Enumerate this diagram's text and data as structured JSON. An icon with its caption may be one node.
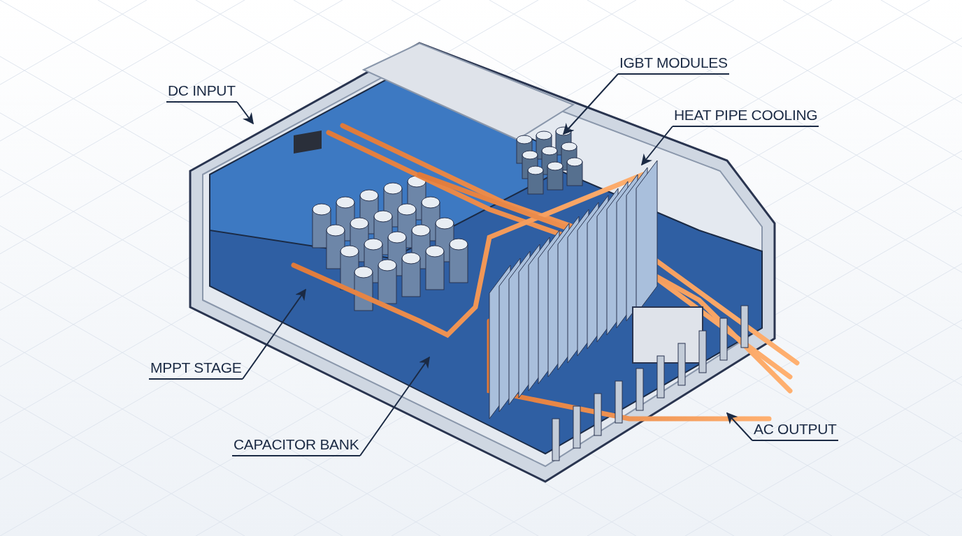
{
  "diagram": {
    "nodes": [
      {
        "text": [
          "IGBT MODULES"
        ]
      },
      {
        "text": [
          "DC INPUT"
        ]
      },
      {
        "text": [
          "HEAT PIPE COOLING"
        ]
      },
      {
        "text": [
          "MPPT STAGE"
        ]
      },
      {
        "text": [
          "AC OUTPUT"
        ]
      },
      {
        "text": [
          "CAPACITOR BANK"
        ]
      }
    ],
    "edges": [
      {
        "from": 0,
        "to": null,
        "arrow": "to"
      },
      {
        "from": 1,
        "to": null,
        "arrow": "to"
      },
      {
        "from": 2,
        "to": null,
        "arrow": "to"
      },
      {
        "from": 3,
        "to": null,
        "arrow": "to"
      },
      {
        "from": 4,
        "to": null,
        "arrow": "to"
      },
      {
        "from": 5,
        "to": null,
        "arrow": "to"
      }
    ]
  }
}
